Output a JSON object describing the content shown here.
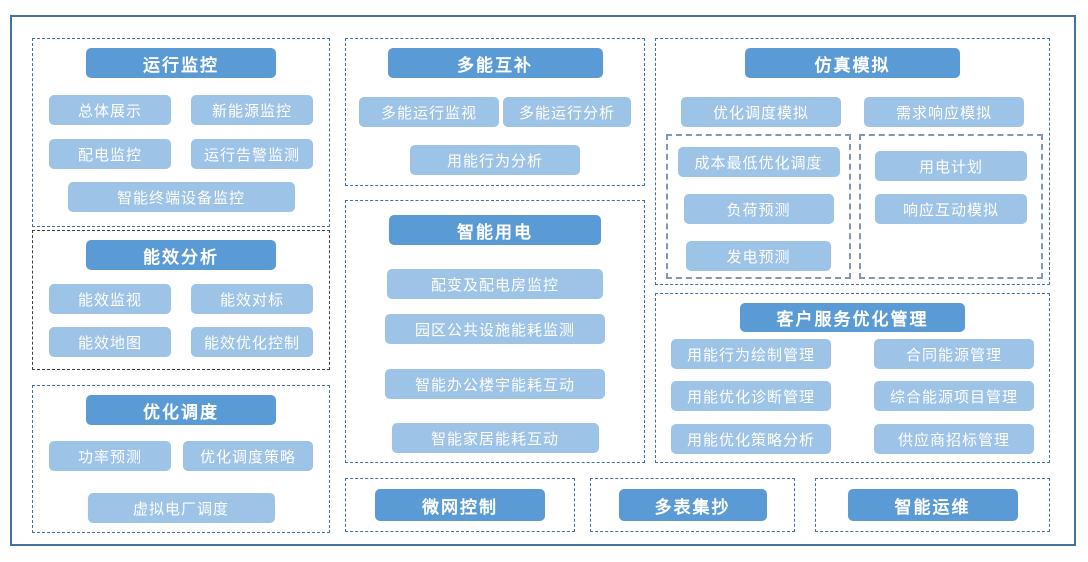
{
  "colors": {
    "header_fill": "#5B9BD5",
    "item_fill": "#9DC3E6",
    "button_text": "#FFFFFF",
    "dashed_border": "#41719C",
    "dark_dashed_border": "#3F3F3F",
    "inner_dashed_border": "#8496B0",
    "outer_frame_border": "#44719E",
    "background": "#FFFFFF"
  },
  "modules": {
    "operation_monitoring": {
      "title": "运行监控",
      "items": [
        "总体展示",
        "新能源监控",
        "配电监控",
        "运行告警监测",
        "智能终端设备监控"
      ]
    },
    "energy_efficiency_analysis": {
      "title": "能效分析",
      "items": [
        "能效监视",
        "能效对标",
        "能效地图",
        "能效优化控制"
      ]
    },
    "optimal_dispatch": {
      "title": "优化调度",
      "items": [
        "功率预测",
        "优化调度策略",
        "虚拟电厂调度"
      ]
    },
    "multi_energy_complementation": {
      "title": "多能互补",
      "items": [
        "多能运行监视",
        "多能运行分析",
        "用能行为分析"
      ]
    },
    "smart_power_usage": {
      "title": "智能用电",
      "items": [
        "配变及配电房监控",
        "园区公共设施能耗监测",
        "智能办公楼宇能耗互动",
        "智能家居能耗互动"
      ]
    },
    "simulation": {
      "title": "仿真模拟",
      "items": [
        "优化调度模拟",
        "需求响应模拟"
      ],
      "inner_left_items": [
        "成本最低优化调度",
        "负荷预测",
        "发电预测"
      ],
      "inner_right_items": [
        "用电计划",
        "响应互动模拟"
      ]
    },
    "customer_service_optimization": {
      "title": "客户服务优化管理",
      "items": [
        "用能行为绘制管理",
        "合同能源管理",
        "用能优化诊断管理",
        "综合能源项目管理",
        "用能优化策略分析",
        "供应商招标管理"
      ]
    },
    "micro_grid_control": {
      "title": "微网控制"
    },
    "multi_meter_reading": {
      "title": "多表集抄"
    },
    "smart_operation_maintenance": {
      "title": "智能运维"
    }
  }
}
